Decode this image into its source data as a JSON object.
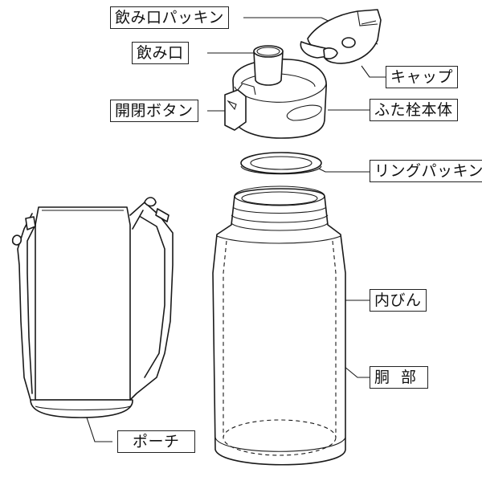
{
  "diagram": {
    "type": "exploded parts diagram",
    "subject": "water bottle with pouch",
    "line_color": "#1a1a1a",
    "background": "#ffffff"
  },
  "labels": {
    "spout_packing": "飲み口パッキン",
    "spout": "飲み口",
    "cap": "キャップ",
    "open_close_button": "開閉ボタン",
    "lid_body": "ふた栓本体",
    "ring_packing": "リングパッキン",
    "inner_bottle": "内びん",
    "body": "胴部",
    "pouch": "ポーチ"
  }
}
